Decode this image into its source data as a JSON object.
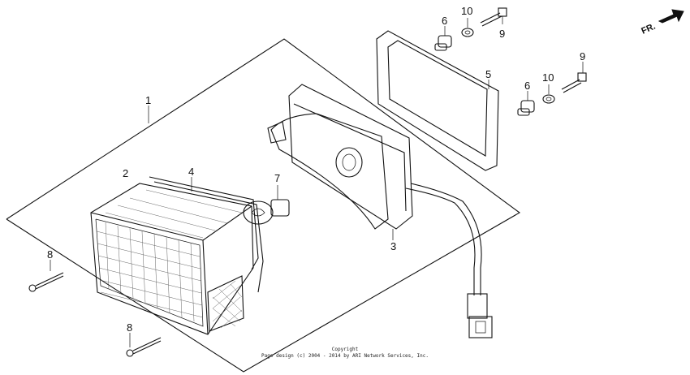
{
  "direction_label": "FR.",
  "callouts": {
    "c1": "1",
    "c2": "2",
    "c3": "3",
    "c4": "4",
    "c5": "5",
    "c6a": "6",
    "c6b": "6",
    "c7": "7",
    "c8a": "8",
    "c8b": "8",
    "c9a": "9",
    "c9b": "9",
    "c10a": "10",
    "c10b": "10"
  },
  "copyright": {
    "line1": "Copyright",
    "line2": "Page design (c) 2004 - 2014 by ARI Network Services, Inc."
  },
  "icons": [
    "direction-arrow-icon"
  ]
}
